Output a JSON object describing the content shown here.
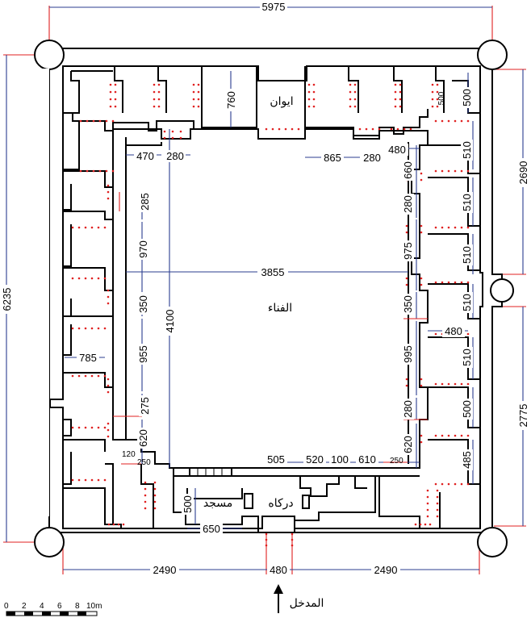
{
  "labels": {
    "iwan": "ايوان",
    "courtyard": "الفناء",
    "mosque": "مسجد",
    "dargah": "دركاه",
    "entrance": "المدخل"
  },
  "dimensions": {
    "overall_width": "5975",
    "overall_depth": "6235",
    "right_upper": "2690",
    "right_lower": "2775",
    "bottom_left": "2490",
    "bottom_right": "2490",
    "entrance_width": "480",
    "courtyard_width": "3855",
    "courtyard_depth": "4100",
    "iwan_depth": "760",
    "top_left_470": "470",
    "top_left_280": "280",
    "top_right_865": "865",
    "top_right_280": "280",
    "top_right_480": "480",
    "left_285": "285",
    "left_970": "970",
    "left_350": "350",
    "left_955": "955",
    "left_275": "275",
    "left_620": "620",
    "left_120": "120",
    "left_250": "250",
    "left_785": "785",
    "right_660": "660",
    "right_280a": "280",
    "right_975": "975",
    "right_350": "350",
    "right_480": "480",
    "right_995": "995",
    "right_280b": "280",
    "right_620": "620",
    "right_250": "250",
    "bottom_505": "505",
    "bottom_520": "520",
    "bottom_100": "100",
    "bottom_610": "610",
    "mosque_500": "500",
    "mosque_650": "650",
    "room_500a": "500",
    "room_510a": "510",
    "room_510b": "510",
    "room_510c": "510",
    "room_510d": "510",
    "room_510e": "510",
    "room_500b": "500",
    "room_485": "485",
    "room_500c": "500"
  },
  "scale_bar": {
    "ticks": [
      "0",
      "2",
      "4",
      "6",
      "8",
      "10m"
    ]
  },
  "colors": {
    "wall": "#000000",
    "dimension_blue": "#2b3d8f",
    "dimension_red": "#e02020"
  }
}
